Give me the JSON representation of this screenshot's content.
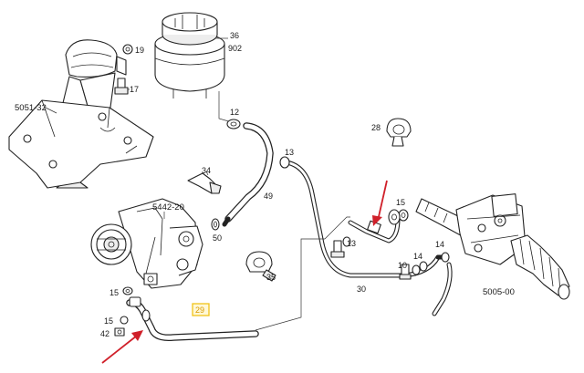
{
  "colors": {
    "line": "#222222",
    "highlight_box": "#f0c419",
    "highlight_text": "#d99a00",
    "arrow": "#d0202a",
    "background": "#ffffff"
  },
  "labels": {
    "reservoir_top": "36",
    "reservoir_bottom": "902",
    "bracket_clip": "19",
    "bracket_bolt": "17",
    "bracket": "5051-32",
    "hose_clamp_12": "12",
    "hose_13": "13",
    "clip_28": "28",
    "clip_34": "34",
    "pump": "5442-20",
    "hose_49": "49",
    "seal_50": "50",
    "rack_seal_15_top": "15",
    "bolt_13": "13",
    "pipe_30": "30",
    "bolt_10": "10",
    "seal_14_a": "14",
    "seal_14_b": "14",
    "rack": "5005-00",
    "clamp_35": "35",
    "pump_seal_15_a": "15",
    "pump_seal_15_b": "15",
    "washer_42": "42",
    "hose_29": "29"
  },
  "icons": {
    "arrows": [
      "red-pointer-arrow",
      "red-pointer-arrow"
    ]
  }
}
